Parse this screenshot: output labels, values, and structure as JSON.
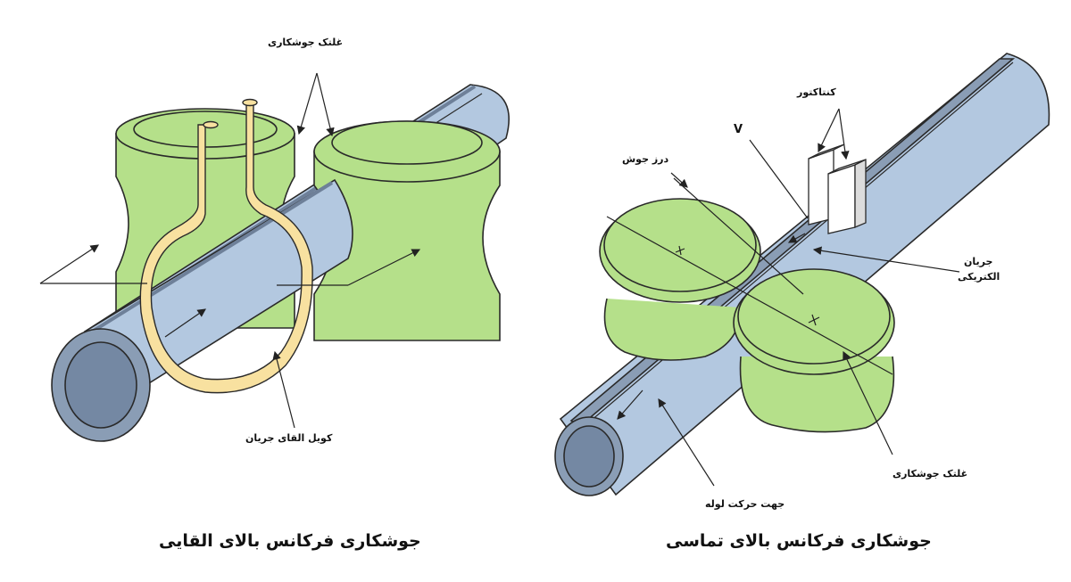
{
  "left_diagram": {
    "title": "جوشکاری فرکانس بالای القایی",
    "labels": {
      "weld_rollers": "غلتک جوشکاری",
      "induction_coil": "کویل القای جریان"
    }
  },
  "right_diagram": {
    "title": "جوشکاری فرکانس بالای تماسی",
    "labels": {
      "contactor": "کنتاکتور",
      "v_mark": "V",
      "weld_seam": "درز جوش",
      "current_line1": "جریان",
      "current_line2": "الکتریکی",
      "weld_roller": "غلتک جوشکاری",
      "pipe_direction": "جهت حرکت لوله"
    }
  },
  "colors": {
    "pipe_fill": "#b3c8e0",
    "pipe_inner": "#8a9db5",
    "roller_fill": "#b5e08a",
    "coil_fill": "#f8e1a0",
    "outline": "#2a2a2a"
  }
}
